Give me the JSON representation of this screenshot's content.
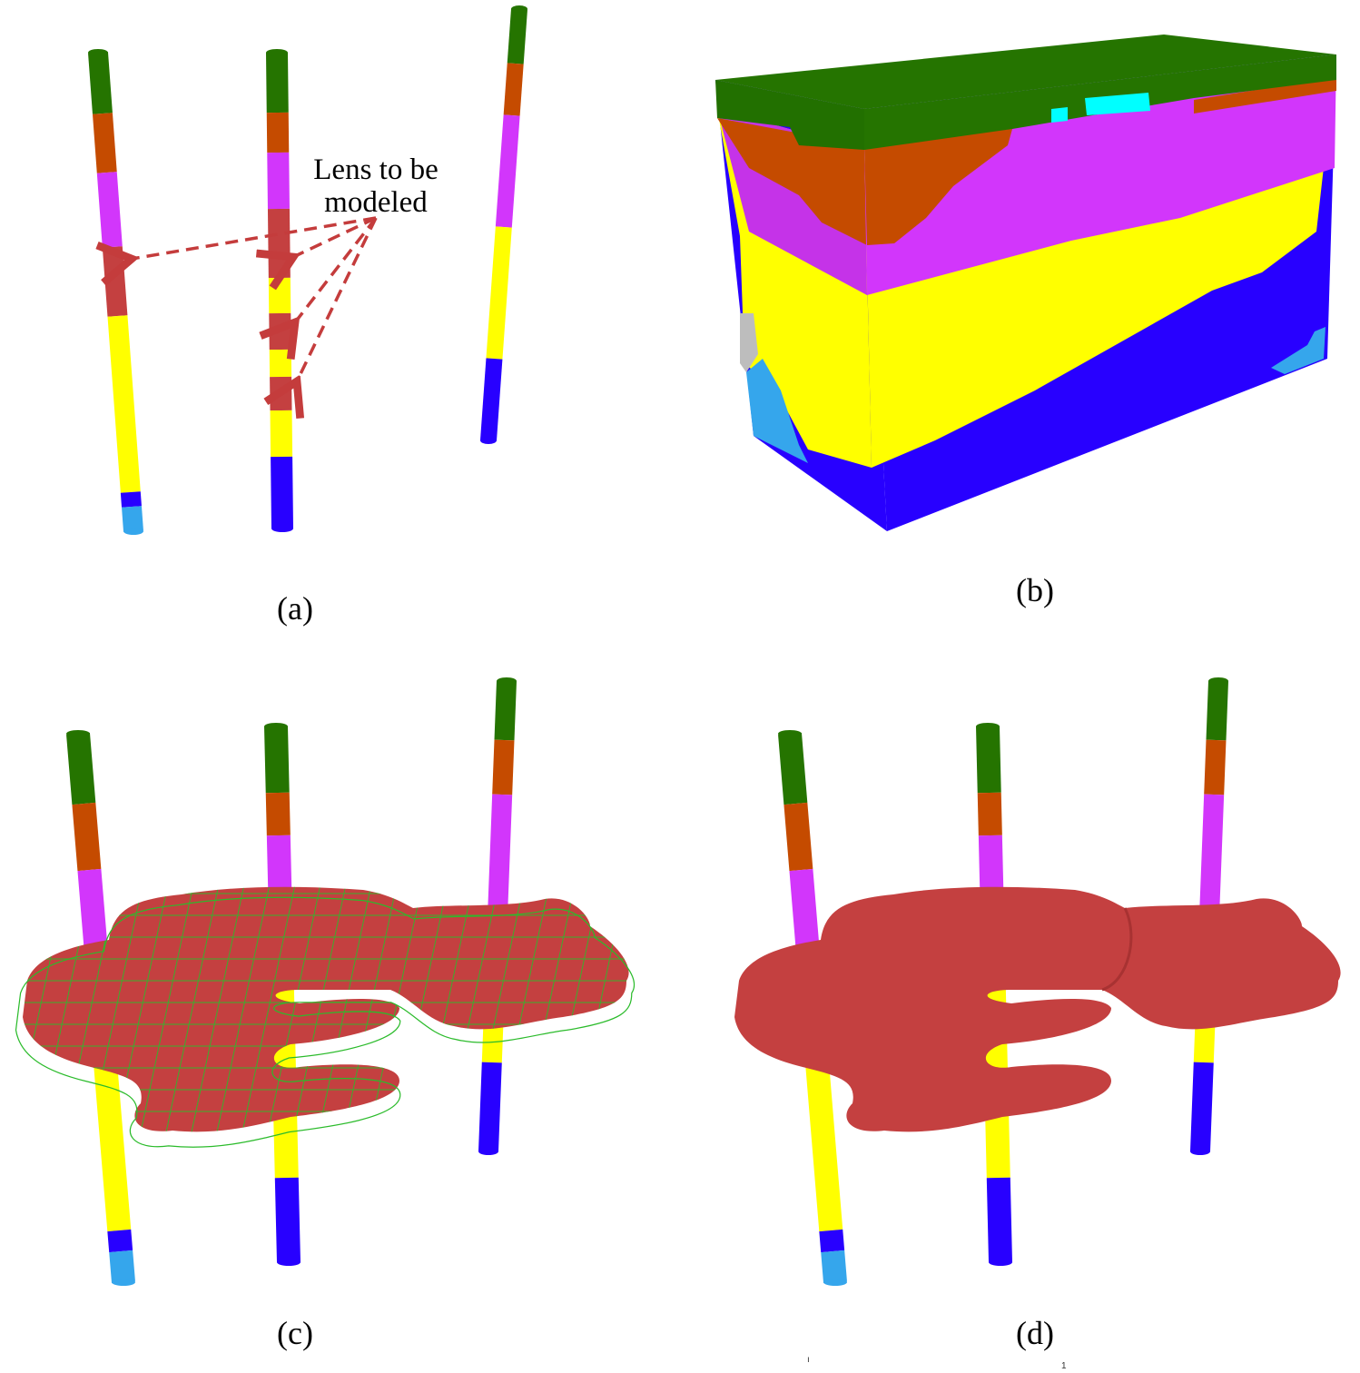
{
  "panels": {
    "a": {
      "label": "(a)"
    },
    "b": {
      "label": "(b)"
    },
    "c": {
      "label": "(c)"
    },
    "d": {
      "label": "(d)"
    }
  },
  "annotation": {
    "line1": "Lens to be",
    "line2": "modeled"
  },
  "stray_marks": {
    "left": "ı",
    "right": "1"
  },
  "colors": {
    "green": "#257400",
    "orange": "#c54b00",
    "magenta": "#d236fb",
    "lens_red": "#c44040",
    "yellow": "#ffff00",
    "blue": "#2800ff",
    "light_blue": "#35a6ec",
    "cyan": "#00ffff",
    "gray": "#bdbdbd",
    "wireframe": "#2bbb2b",
    "arrow": "#c43c3c"
  }
}
